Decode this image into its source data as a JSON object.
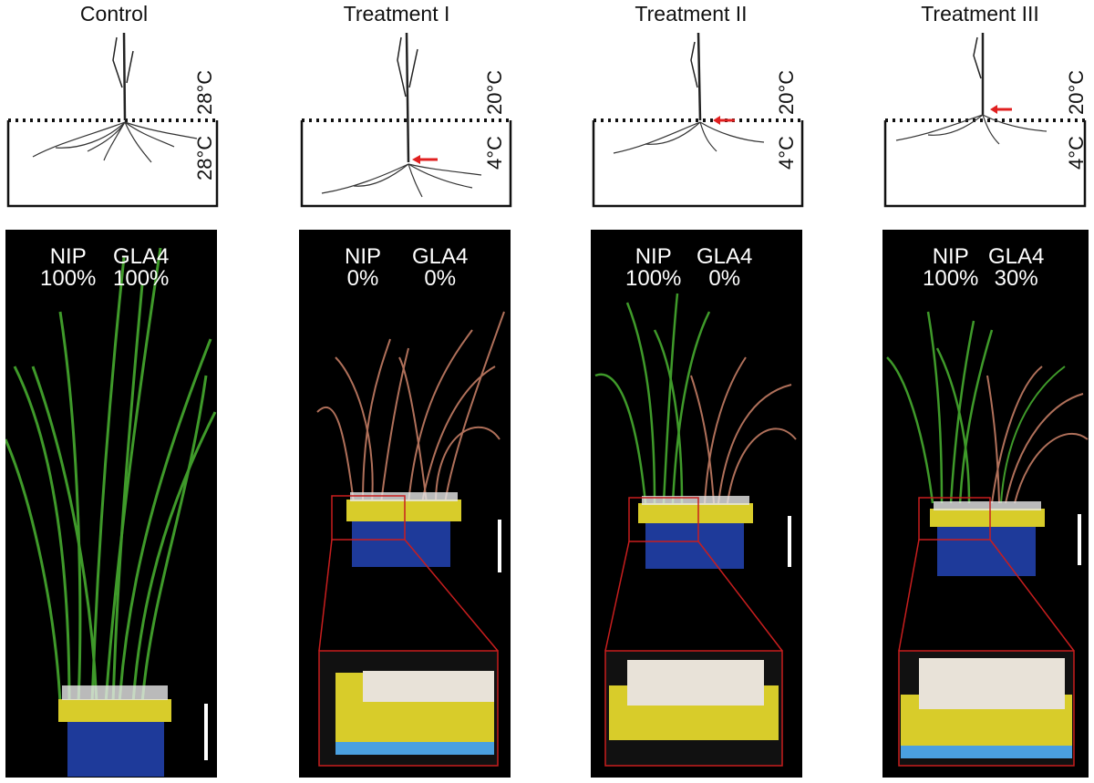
{
  "panels": [
    {
      "title": "Control",
      "temp_top": "28°C",
      "temp_bottom": "28°C",
      "nip_label": "NIP",
      "nip_pct": "100%",
      "gla4_label": "GLA4",
      "gla4_pct": "100%"
    },
    {
      "title": "Treatment I",
      "temp_top": "20°C",
      "temp_bottom": "4°C",
      "nip_label": "NIP",
      "nip_pct": "0%",
      "gla4_label": "GLA4",
      "gla4_pct": "0%"
    },
    {
      "title": "Treatment II",
      "temp_top": "20°C",
      "temp_bottom": "4°C",
      "nip_label": "NIP",
      "nip_pct": "100%",
      "gla4_label": "GLA4",
      "gla4_pct": "0%"
    },
    {
      "title": "Treatment III",
      "temp_top": "20°C",
      "temp_bottom": "4°C",
      "nip_label": "NIP",
      "nip_pct": "100%",
      "gla4_label": "GLA4",
      "gla4_pct": "30%"
    }
  ],
  "colors": {
    "arrow": "#e02020",
    "inset_frame": "#c81e1e",
    "green_leaf": "#3f9a2a",
    "dead_leaf": "#b0705a",
    "tray": "#d8cc2a",
    "pot": "#1e3a9a"
  }
}
